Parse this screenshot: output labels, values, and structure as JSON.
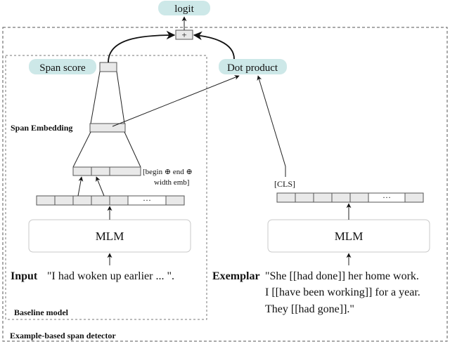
{
  "nodes": {
    "logit": "logit",
    "plus": "+",
    "span_score": "Span score",
    "dot_product": "Dot product",
    "span_embedding": "Span Embedding",
    "concat_note_line1": "[begin ⊕ end ⊕",
    "concat_note_line2": "width emb]",
    "cls": "[CLS]",
    "ellipsis_left": "···",
    "ellipsis_right": "···",
    "mlm_left": "MLM",
    "mlm_right": "MLM"
  },
  "input": {
    "label": "Input",
    "text": "\"I had woken up earlier ... \"."
  },
  "exemplar": {
    "label": "Exemplar",
    "line1": "\"She [[had done]] her home work.",
    "line2": "I [[have been working]] for a year.",
    "line3": "They [[had gone]].\""
  },
  "regions": {
    "baseline": "Baseline model",
    "detector": "Example-based span detector"
  },
  "colors": {
    "tag_fill": "#cde8e8",
    "cell_fill": "#e9e9e9"
  }
}
